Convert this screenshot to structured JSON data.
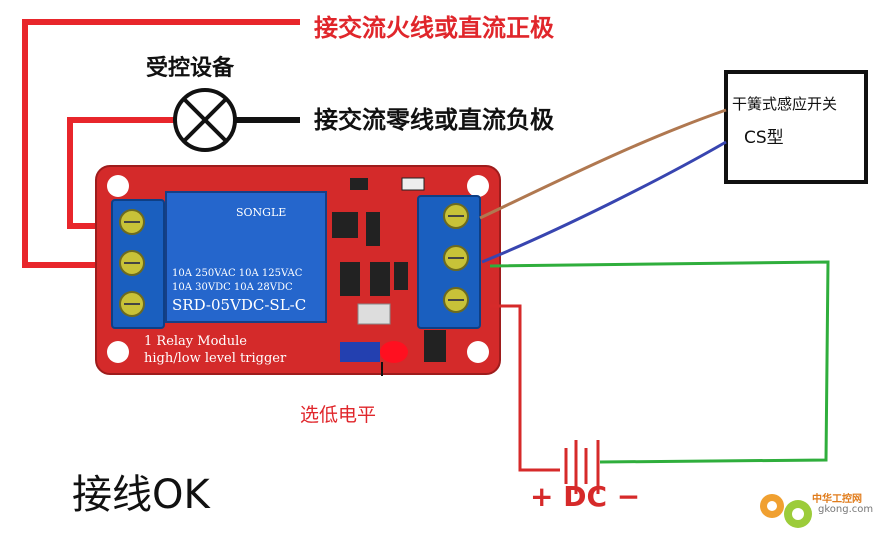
{
  "labels": {
    "ac_live": "接交流火线或直流正极",
    "controlled_device": "受控设备",
    "ac_neutral": "接交流零线或直流负极",
    "reed_switch": "干簧式感应开关",
    "reed_model": "CS型",
    "low_level": "选低电平",
    "wiring_ok": "接线OK",
    "dc_supply": "+ DC −"
  },
  "relay": {
    "brand": "SONGLE",
    "rating_1": "10A 250VAC  10A 125VAC",
    "rating_2": "10A  30VDC  10A 28VDC",
    "model": "SRD-05VDC-SL-C",
    "module_name": "1 Relay   Module",
    "trigger": "high/low level trigger"
  },
  "watermark": {
    "name": "中华工控网",
    "url": "gkong.com"
  },
  "colors": {
    "live_wire": "#e8262b",
    "neutral_wire": "#111111",
    "pcb": "#d42a2a",
    "terminal": "#1a5fbf",
    "relay_body": "#2566cc",
    "brown_wire": "#b07850",
    "blue_wire": "#3845b0",
    "green_wire": "#2fae3c",
    "dc_wire": "#d62a2a"
  }
}
